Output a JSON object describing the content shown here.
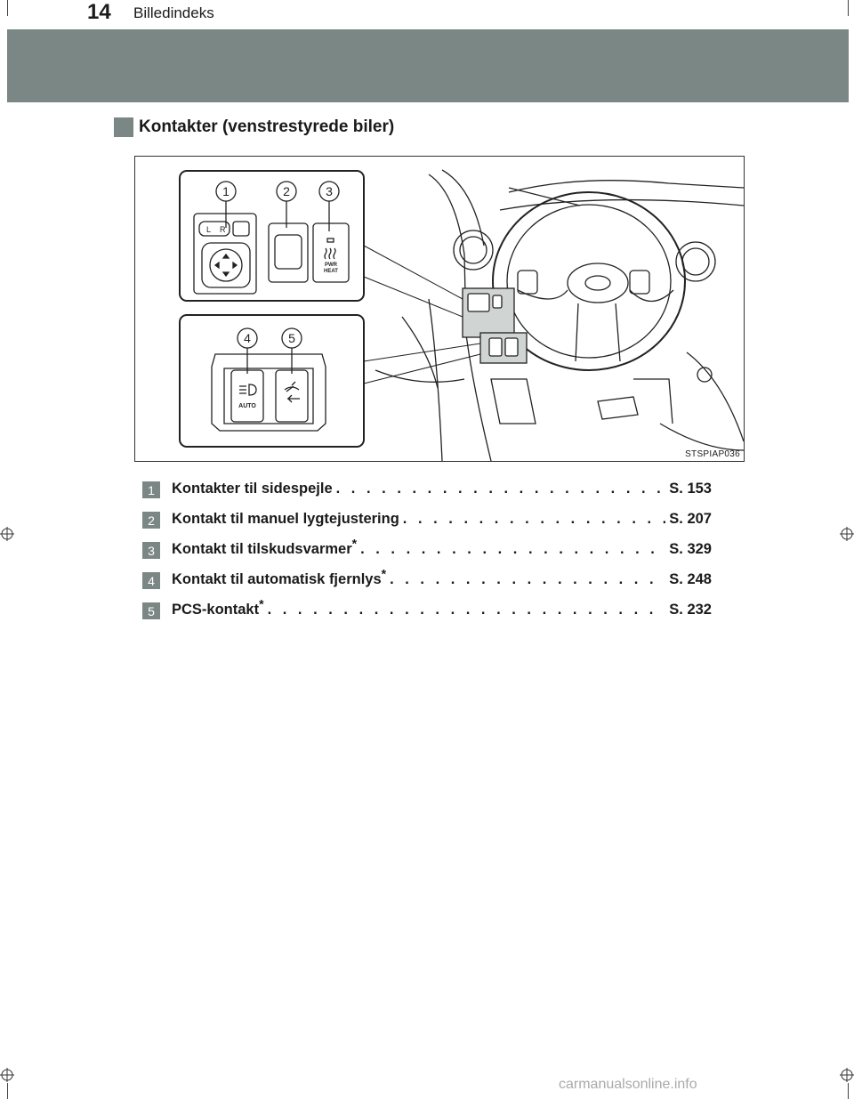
{
  "header": {
    "page_number": "14",
    "section": "Billedindeks"
  },
  "heading": "Kontakter (venstrestyrede biler)",
  "figure": {
    "code": "STSPIAP036",
    "callouts": [
      "1",
      "2",
      "3",
      "4",
      "5"
    ],
    "switch_labels": {
      "mirror_l": "L",
      "mirror_r": "R",
      "pwr": "PWR",
      "heat": "HEAT",
      "auto": "AUTO"
    }
  },
  "items": [
    {
      "num": "1",
      "label": "Kontakter til sidespejle",
      "star": "",
      "page": "S. 153"
    },
    {
      "num": "2",
      "label": "Kontakt til manuel lygtejustering",
      "star": "",
      "page": "S. 207"
    },
    {
      "num": "3",
      "label": "Kontakt til tilskudsvarmer",
      "star": "*",
      "page": "S. 329"
    },
    {
      "num": "4",
      "label": "Kontakt til automatisk fjernlys",
      "star": "*",
      "page": "S. 248"
    },
    {
      "num": "5",
      "label": "PCS-kontakt",
      "star": "*",
      "page": "S. 232"
    }
  ],
  "watermark": "carmanualsonline.info",
  "colors": {
    "band": "#7b8784",
    "text": "#1a1a1a"
  }
}
